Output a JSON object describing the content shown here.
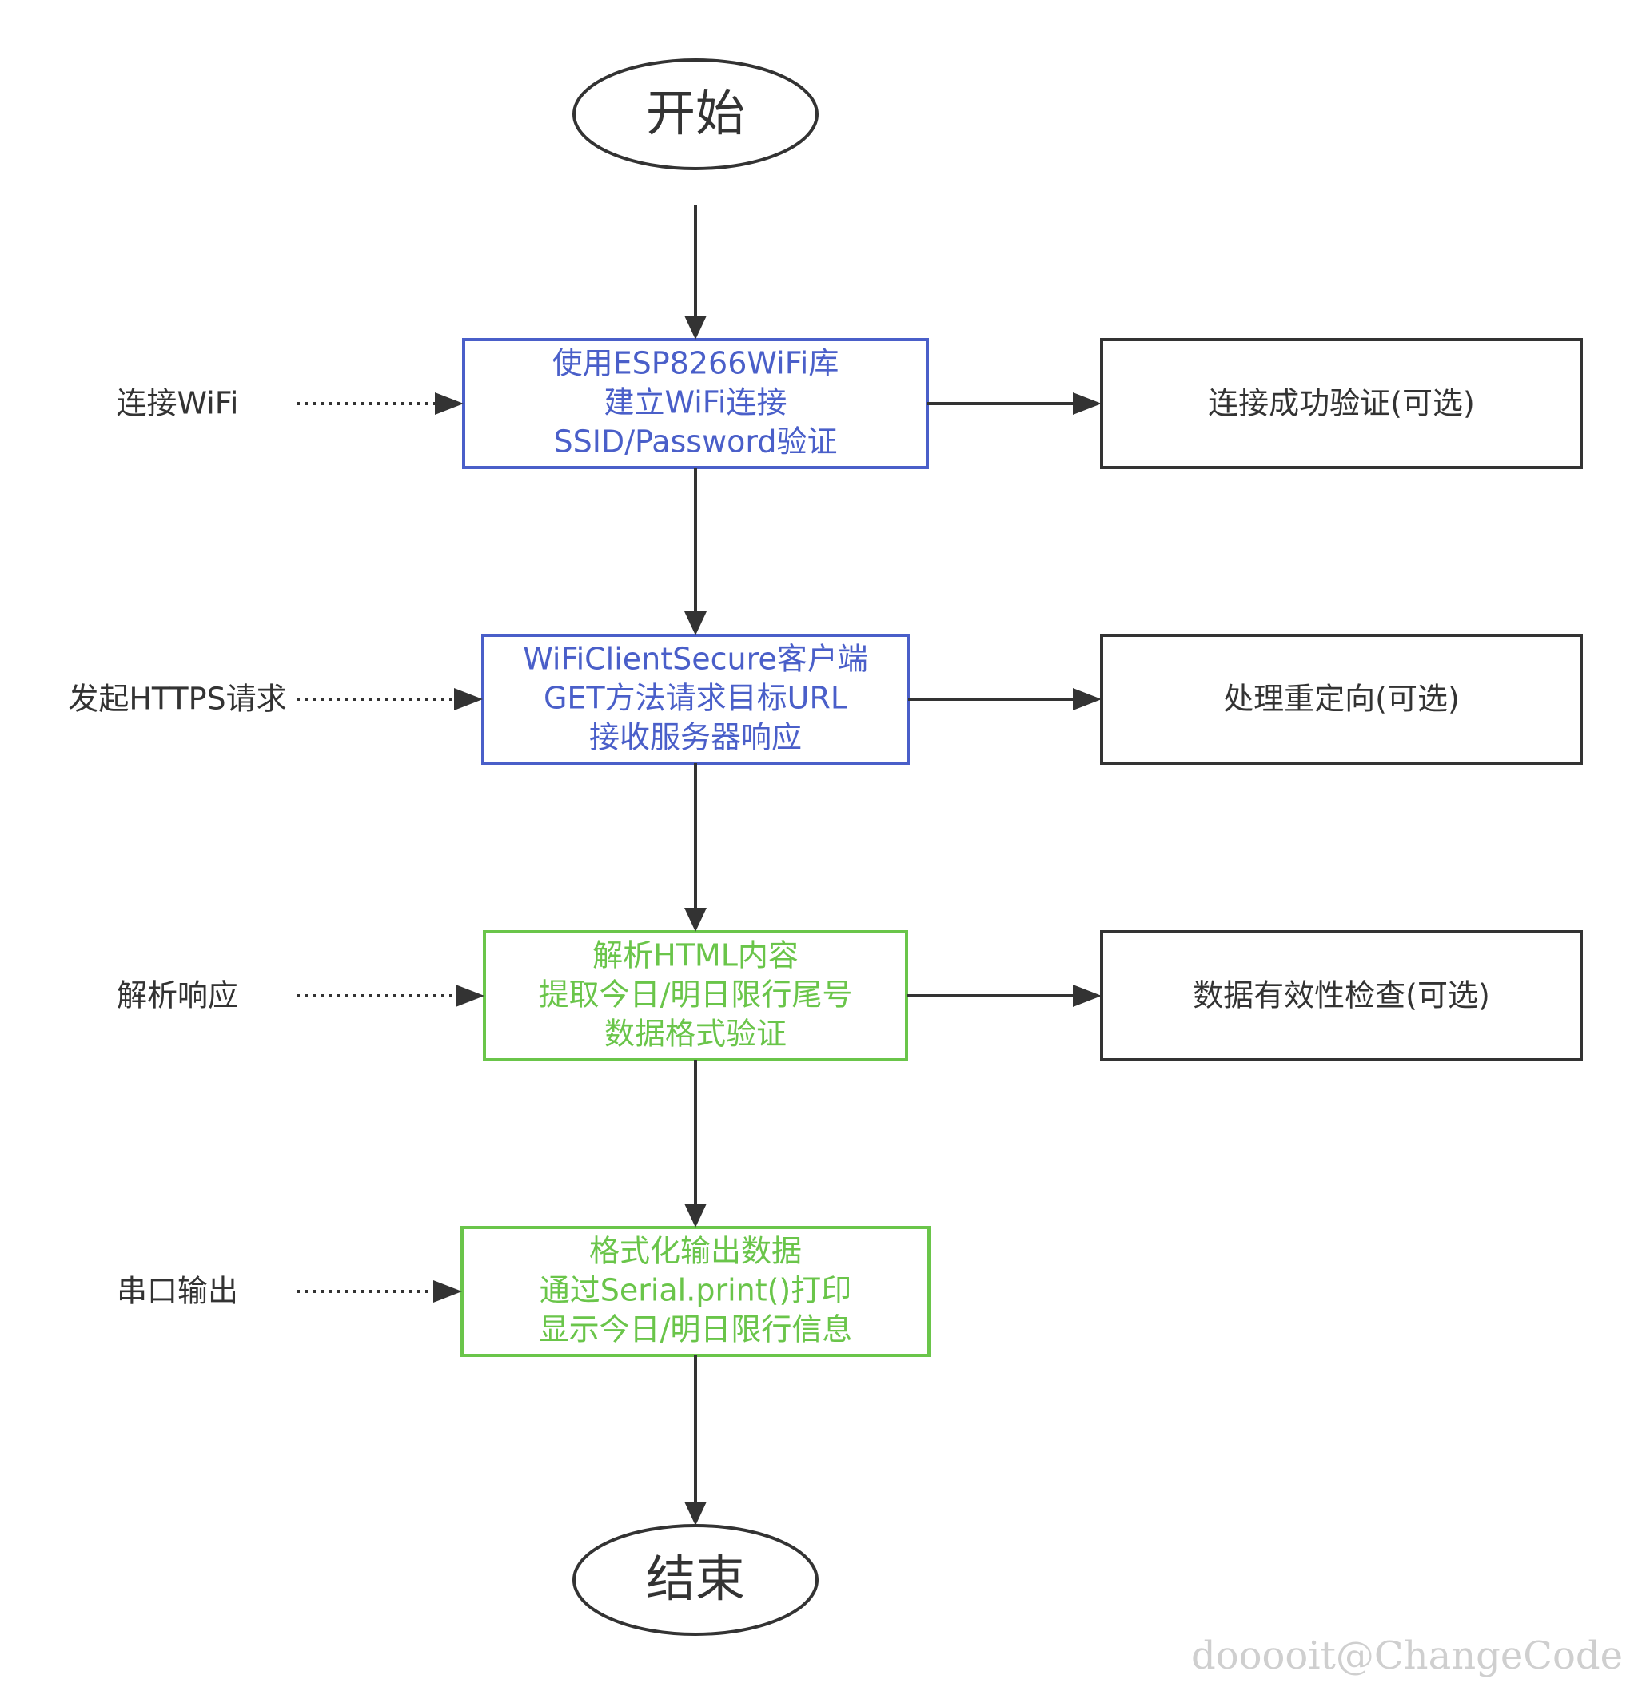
{
  "colors": {
    "blue": "#4a5fc9",
    "green": "#6ac54a",
    "dark": "#333333",
    "watermark": "#cfcfcf"
  },
  "start": "开始",
  "end": "结束",
  "steps": [
    {
      "label": "连接WiFi",
      "lines": [
        "使用ESP8266WiFi库",
        "建立WiFi连接",
        "SSID/Password验证"
      ],
      "color": "blue",
      "side": "连接成功验证(可选)"
    },
    {
      "label": "发起HTTPS请求",
      "lines": [
        "WiFiClientSecure客户端",
        "GET方法请求目标URL",
        "接收服务器响应"
      ],
      "color": "blue",
      "side": "处理重定向(可选)"
    },
    {
      "label": "解析响应",
      "lines": [
        "解析HTML内容",
        "提取今日/明日限行尾号",
        "数据格式验证"
      ],
      "color": "green",
      "side": "数据有效性检查(可选)"
    },
    {
      "label": "串口输出",
      "lines": [
        "格式化输出数据",
        "通过Serial.print()打印",
        "显示今日/明日限行信息"
      ],
      "color": "green",
      "side": ""
    }
  ],
  "watermark": "dooooit@ChangeCode"
}
